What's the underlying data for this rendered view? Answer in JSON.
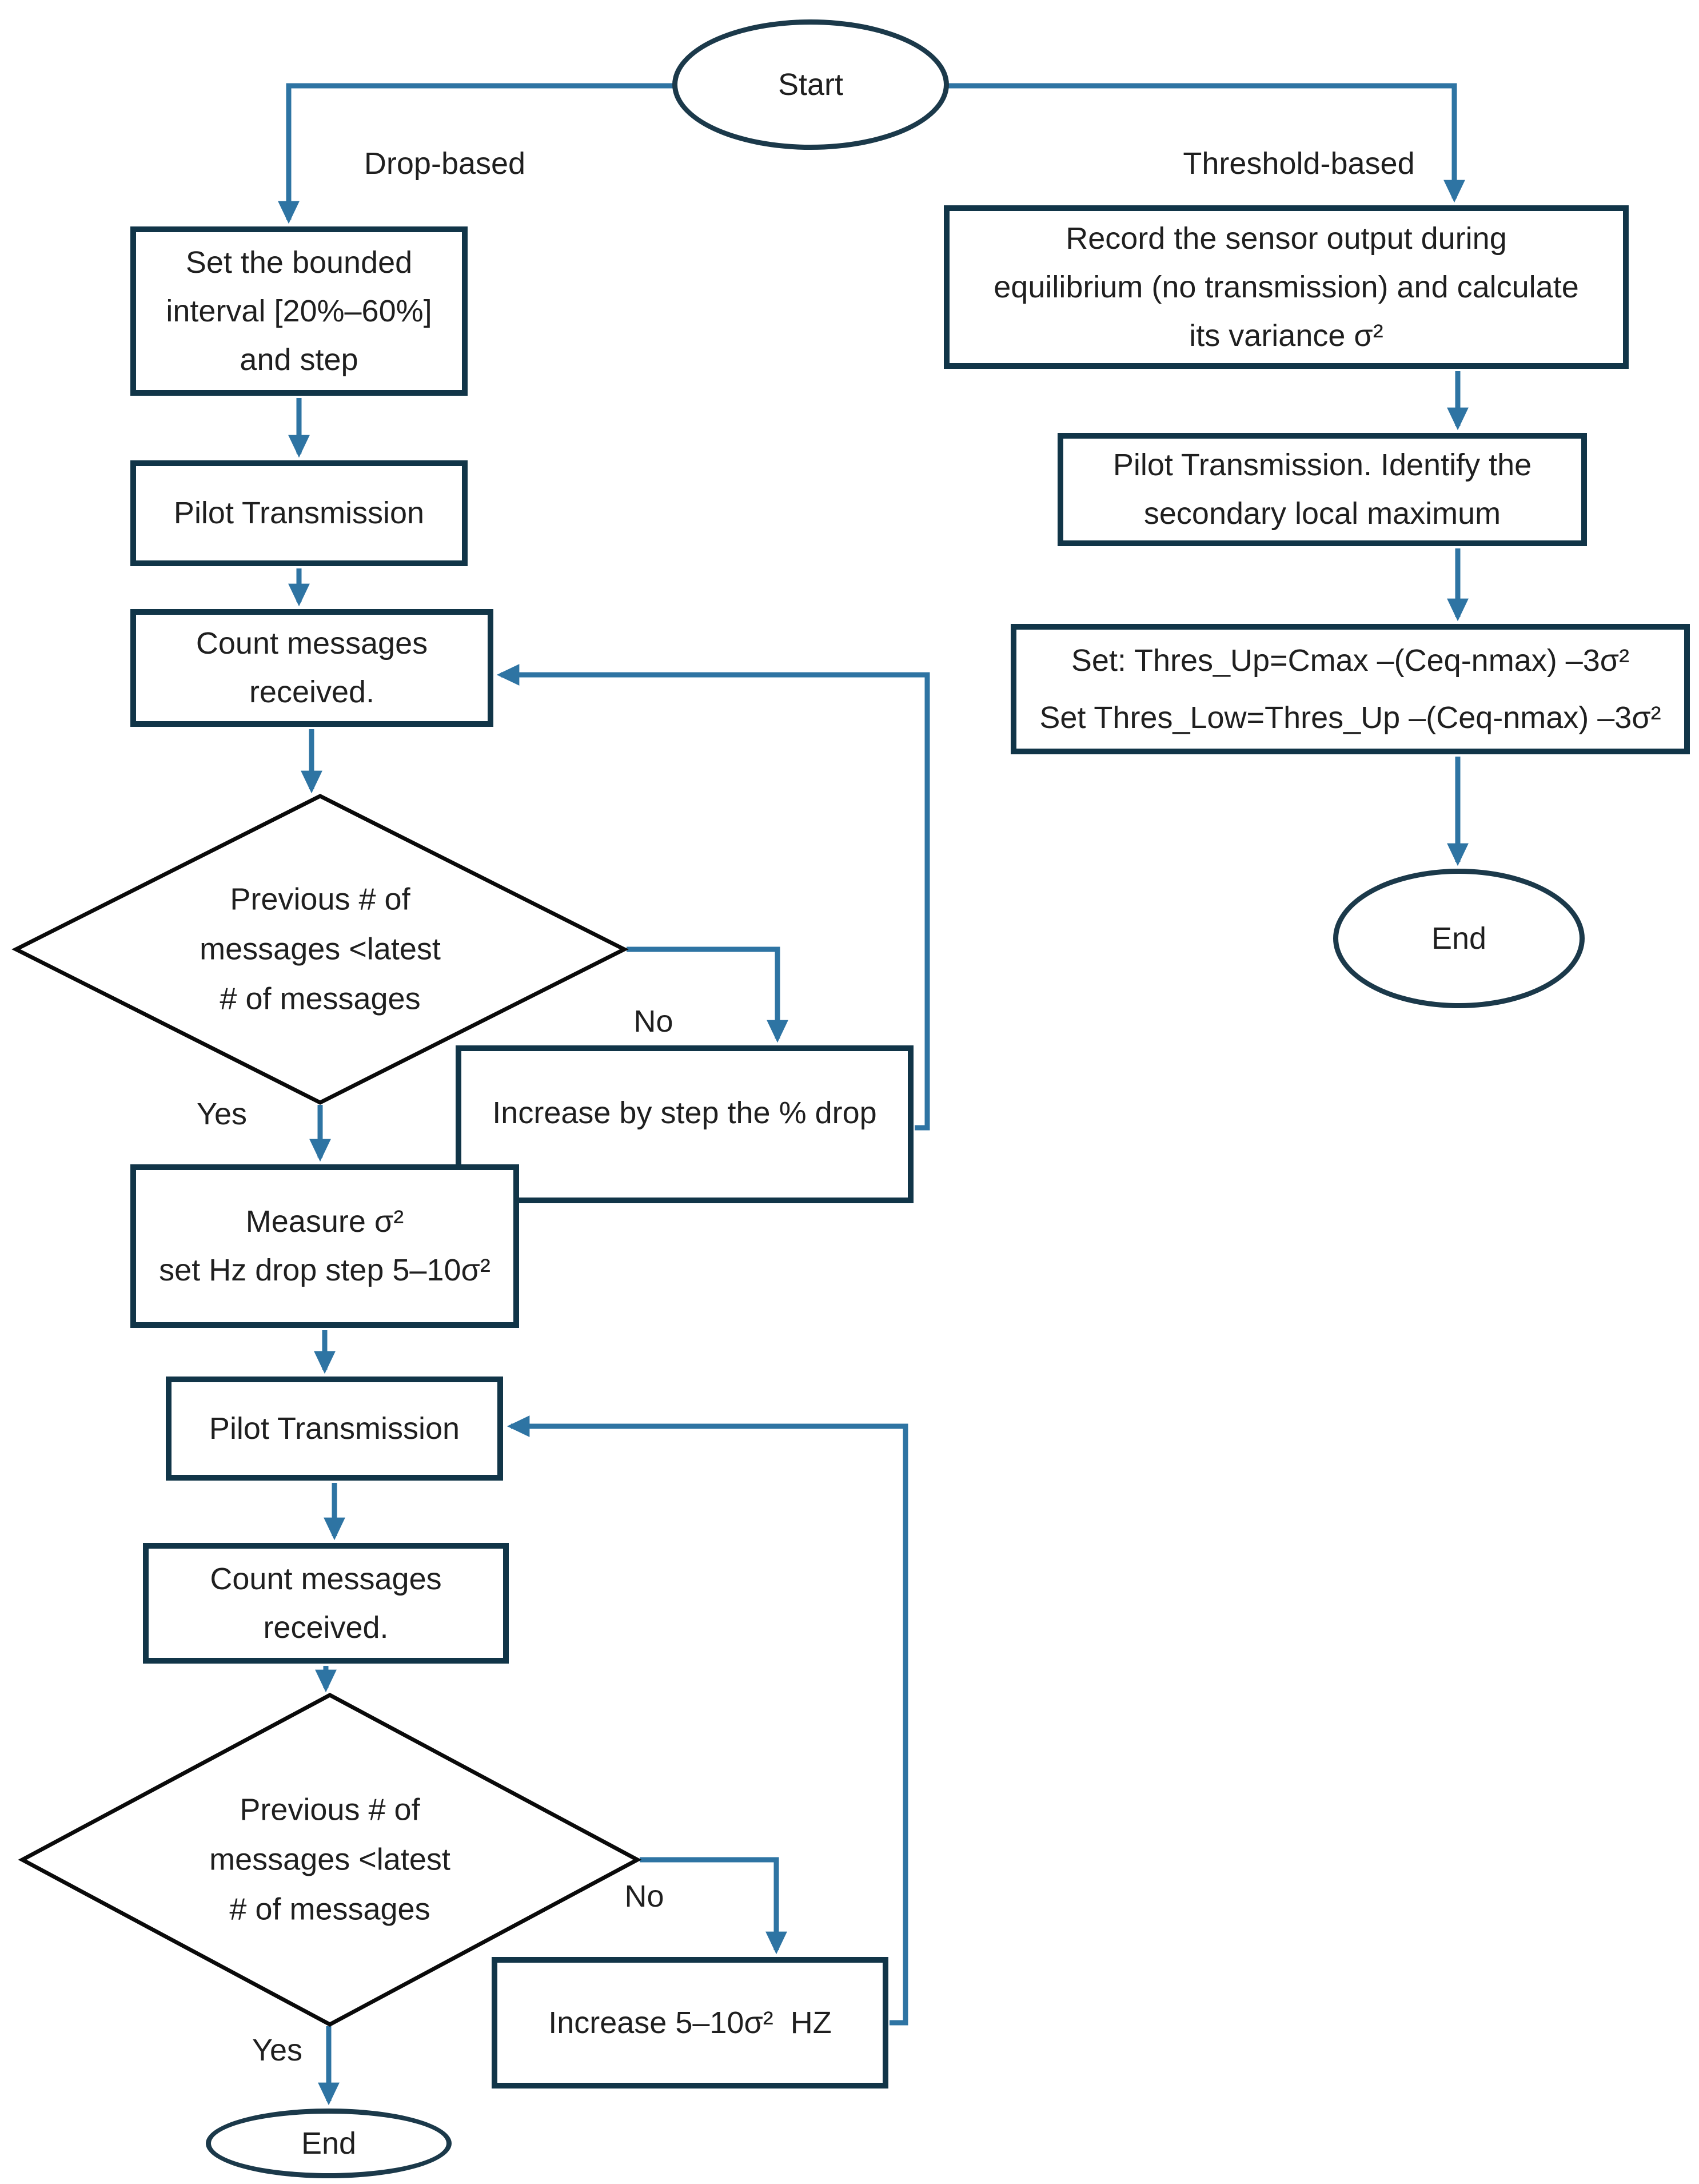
{
  "colors": {
    "box_border": "#113548",
    "oval_border": "#1b394a",
    "diamond_border": "#0a0a0a",
    "arrow": "#2e74a3",
    "text": "#1f1f1f",
    "background": "#ffffff"
  },
  "start": {
    "label": "Start"
  },
  "labels": {
    "drop_based": "Drop-based",
    "threshold_based": "Threshold-based",
    "yes_1": "Yes",
    "no_1": "No",
    "yes_2": "Yes",
    "no_2": "No"
  },
  "drop_branch": {
    "set_interval": "Set the bounded\ninterval [20%–60%]\nand step",
    "pilot_transmission_1": "Pilot Transmission",
    "count_messages_1": "Count messages\nreceived.",
    "decision_1": "Previous # of\nmessages <latest\n# of messages",
    "increase_step": "Increase by step the % drop",
    "measure_sigma": "Measure σ²\nset Hz drop step 5–10σ²",
    "pilot_transmission_2": "Pilot Transmission",
    "count_messages_2": "Count messages\nreceived.",
    "decision_2": "Previous # of\nmessages <latest\n# of messages",
    "increase_hz": "Increase 5–10σ²  HZ",
    "end_label": "End"
  },
  "threshold_branch": {
    "record_sensor": "Record the sensor output during\nequilibrium (no transmission) and calculate\nits variance σ²",
    "pilot_identify": "Pilot Transmission. Identify the\nsecondary local maximum",
    "set_thresholds": "Set: Thres_Up=Cmax –(Ceq-nmax) –3σ²\nSet Thres_Low=Thres_Up –(Ceq-nmax) –3σ²",
    "end_label": "End"
  }
}
